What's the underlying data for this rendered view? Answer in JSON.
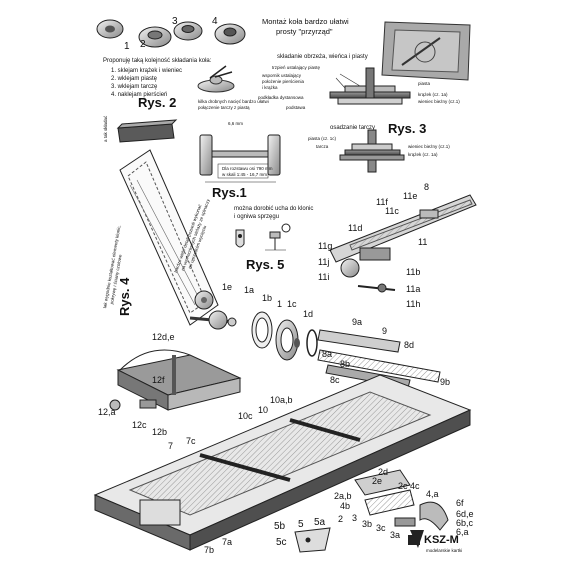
{
  "step_numbers": [
    "1",
    "2",
    "3",
    "4"
  ],
  "step_caption": "Proponuję taką kolejność składania koła:",
  "steps": [
    "1. sklejam krążek i wieniec",
    "2. wklejam piastę",
    "3. wklejam tarczę",
    "4. naklejam pierścień"
  ],
  "rys2": "Rys. 2",
  "rys2_note": [
    "kilka drobnych nacięć bardzo ułatwi",
    "połączenie tarczy z piastą"
  ],
  "top_title": [
    "Montaż koła bardzo ułatwi",
    "prosty \"przyrząd\""
  ],
  "assembly_title": "składanie obrzeża, wieńca i piasty",
  "assembly_labels": [
    "trzpień ustalający piastę",
    "wspornik ustalający",
    "położenie pierścienia",
    "i krążka",
    "podkładka dystansowa",
    "podstawa"
  ],
  "assembly_right": [
    "piasta",
    "krążek (cz. 1a)",
    "wieniec bieżny (cz.1)"
  ],
  "rys3": "Rys. 3",
  "osadzanie_title": "osadzanie tarczy",
  "osadzanie_labels": [
    "piasta (cz. 1c)",
    "tarcza"
  ],
  "osadzanie_right": [
    "wieniec bieżny (cz.1)",
    "krążek (cz. 1a)"
  ],
  "axle_dim": "6,6 mm",
  "axle_caption": [
    "Dla rozstawu osi 790 mm",
    "w skali 1:45 - 16,7 mm"
  ],
  "rys1": "Rys.1",
  "side_note": "a tak składać",
  "rys4": "Rys. 4",
  "rys4_note": [
    "tak wygodnie kształtować elementy klonic,",
    "pokrywę i ściany czołowe"
  ],
  "diag_note": [
    "bardzo wiele detali pozwoli wykonać",
    "na wzmocnionych stelaży ze spinaczy",
    "po uprzednim wycięciu"
  ],
  "hook_note": [
    "można dorobić ucha do klonic",
    "i ogniwa sprzęgu"
  ],
  "rys5": "Rys. 5",
  "parts": [
    "1e",
    "1a",
    "1b",
    "1",
    "1c",
    "1d",
    "8",
    "11e",
    "11f",
    "11c",
    "11d",
    "11",
    "11b",
    "11a",
    "11h",
    "11g",
    "11j",
    "11i",
    "9a",
    "9",
    "8d",
    "8a",
    "8b",
    "8c",
    "9b",
    "12d,e",
    "12f",
    "12,a",
    "12c",
    "12b",
    "10a,b",
    "10",
    "10c",
    "7c",
    "7",
    "7b",
    "7a",
    "2d",
    "2e",
    "2c",
    "4c",
    "4,a",
    "2a,b",
    "4b",
    "2",
    "3",
    "3b",
    "3c",
    "3a",
    "6f",
    "6d,e",
    "6b,c",
    "6,a",
    "5b",
    "5a",
    "5c",
    "5"
  ],
  "logo": "KSZ-M",
  "logo_sub": "modelarskie kartki"
}
